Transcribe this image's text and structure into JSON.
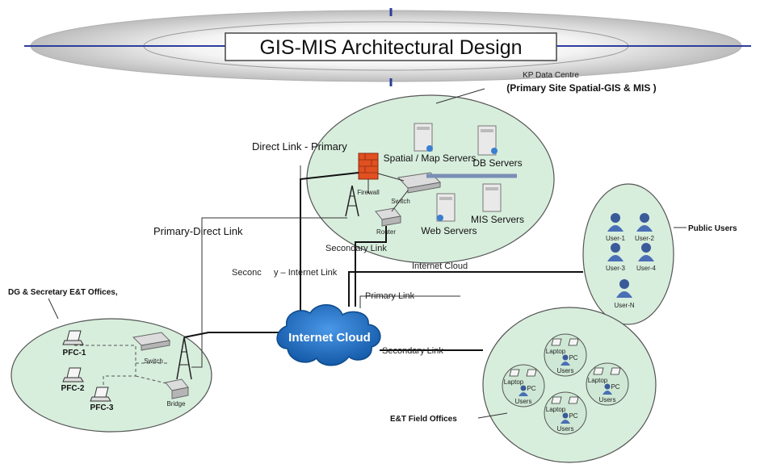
{
  "title": "GIS-MIS Architectural Design",
  "data_centre": {
    "caption": "KP Data Centre",
    "site_label": "(Primary Site Spatial-GIS  & MIS )",
    "devices": {
      "firewall": "Firewall",
      "switch": "Switch",
      "router": "Router",
      "spatial_servers": "Spatial / Map Servers",
      "db_servers": "DB Servers",
      "mis_servers": "MIS Servers",
      "web_servers": "Web Servers"
    }
  },
  "links": {
    "direct_primary": "Direct Link - Primary",
    "primary_direct": "Primary-Direct Link",
    "secondary_dc": "Secondary Link",
    "secondary_internet_left": "Seconc",
    "secondary_internet_right": "y – Internet Link",
    "internet_cloud_public": "Internet Cloud",
    "primary_link": "Primary Link",
    "secondary_field": "Secondary Link"
  },
  "internet_cloud": "Internet Cloud",
  "dg_offices": {
    "label": "DG & Secretary E&T Offices,",
    "pcs": [
      "PFC-1",
      "PFC-2",
      "PFC-3"
    ],
    "switch": "Switch",
    "bridge": "Bridge"
  },
  "public_users": {
    "label": "Public Users",
    "users": [
      "User-1",
      "User-2",
      "User-3",
      "User-4",
      "User-N"
    ]
  },
  "field_offices": {
    "label": "E&T Field Offices",
    "sub_labels": {
      "laptop": "Laptop",
      "pc": "PC",
      "users": "Users"
    }
  },
  "colors": {
    "zone_fill": "#d8eedd",
    "title_band": "#c6c6c6",
    "title_line": "#2c3e9c",
    "cloud": "#1f6ec6",
    "firewall": "#e05020"
  }
}
